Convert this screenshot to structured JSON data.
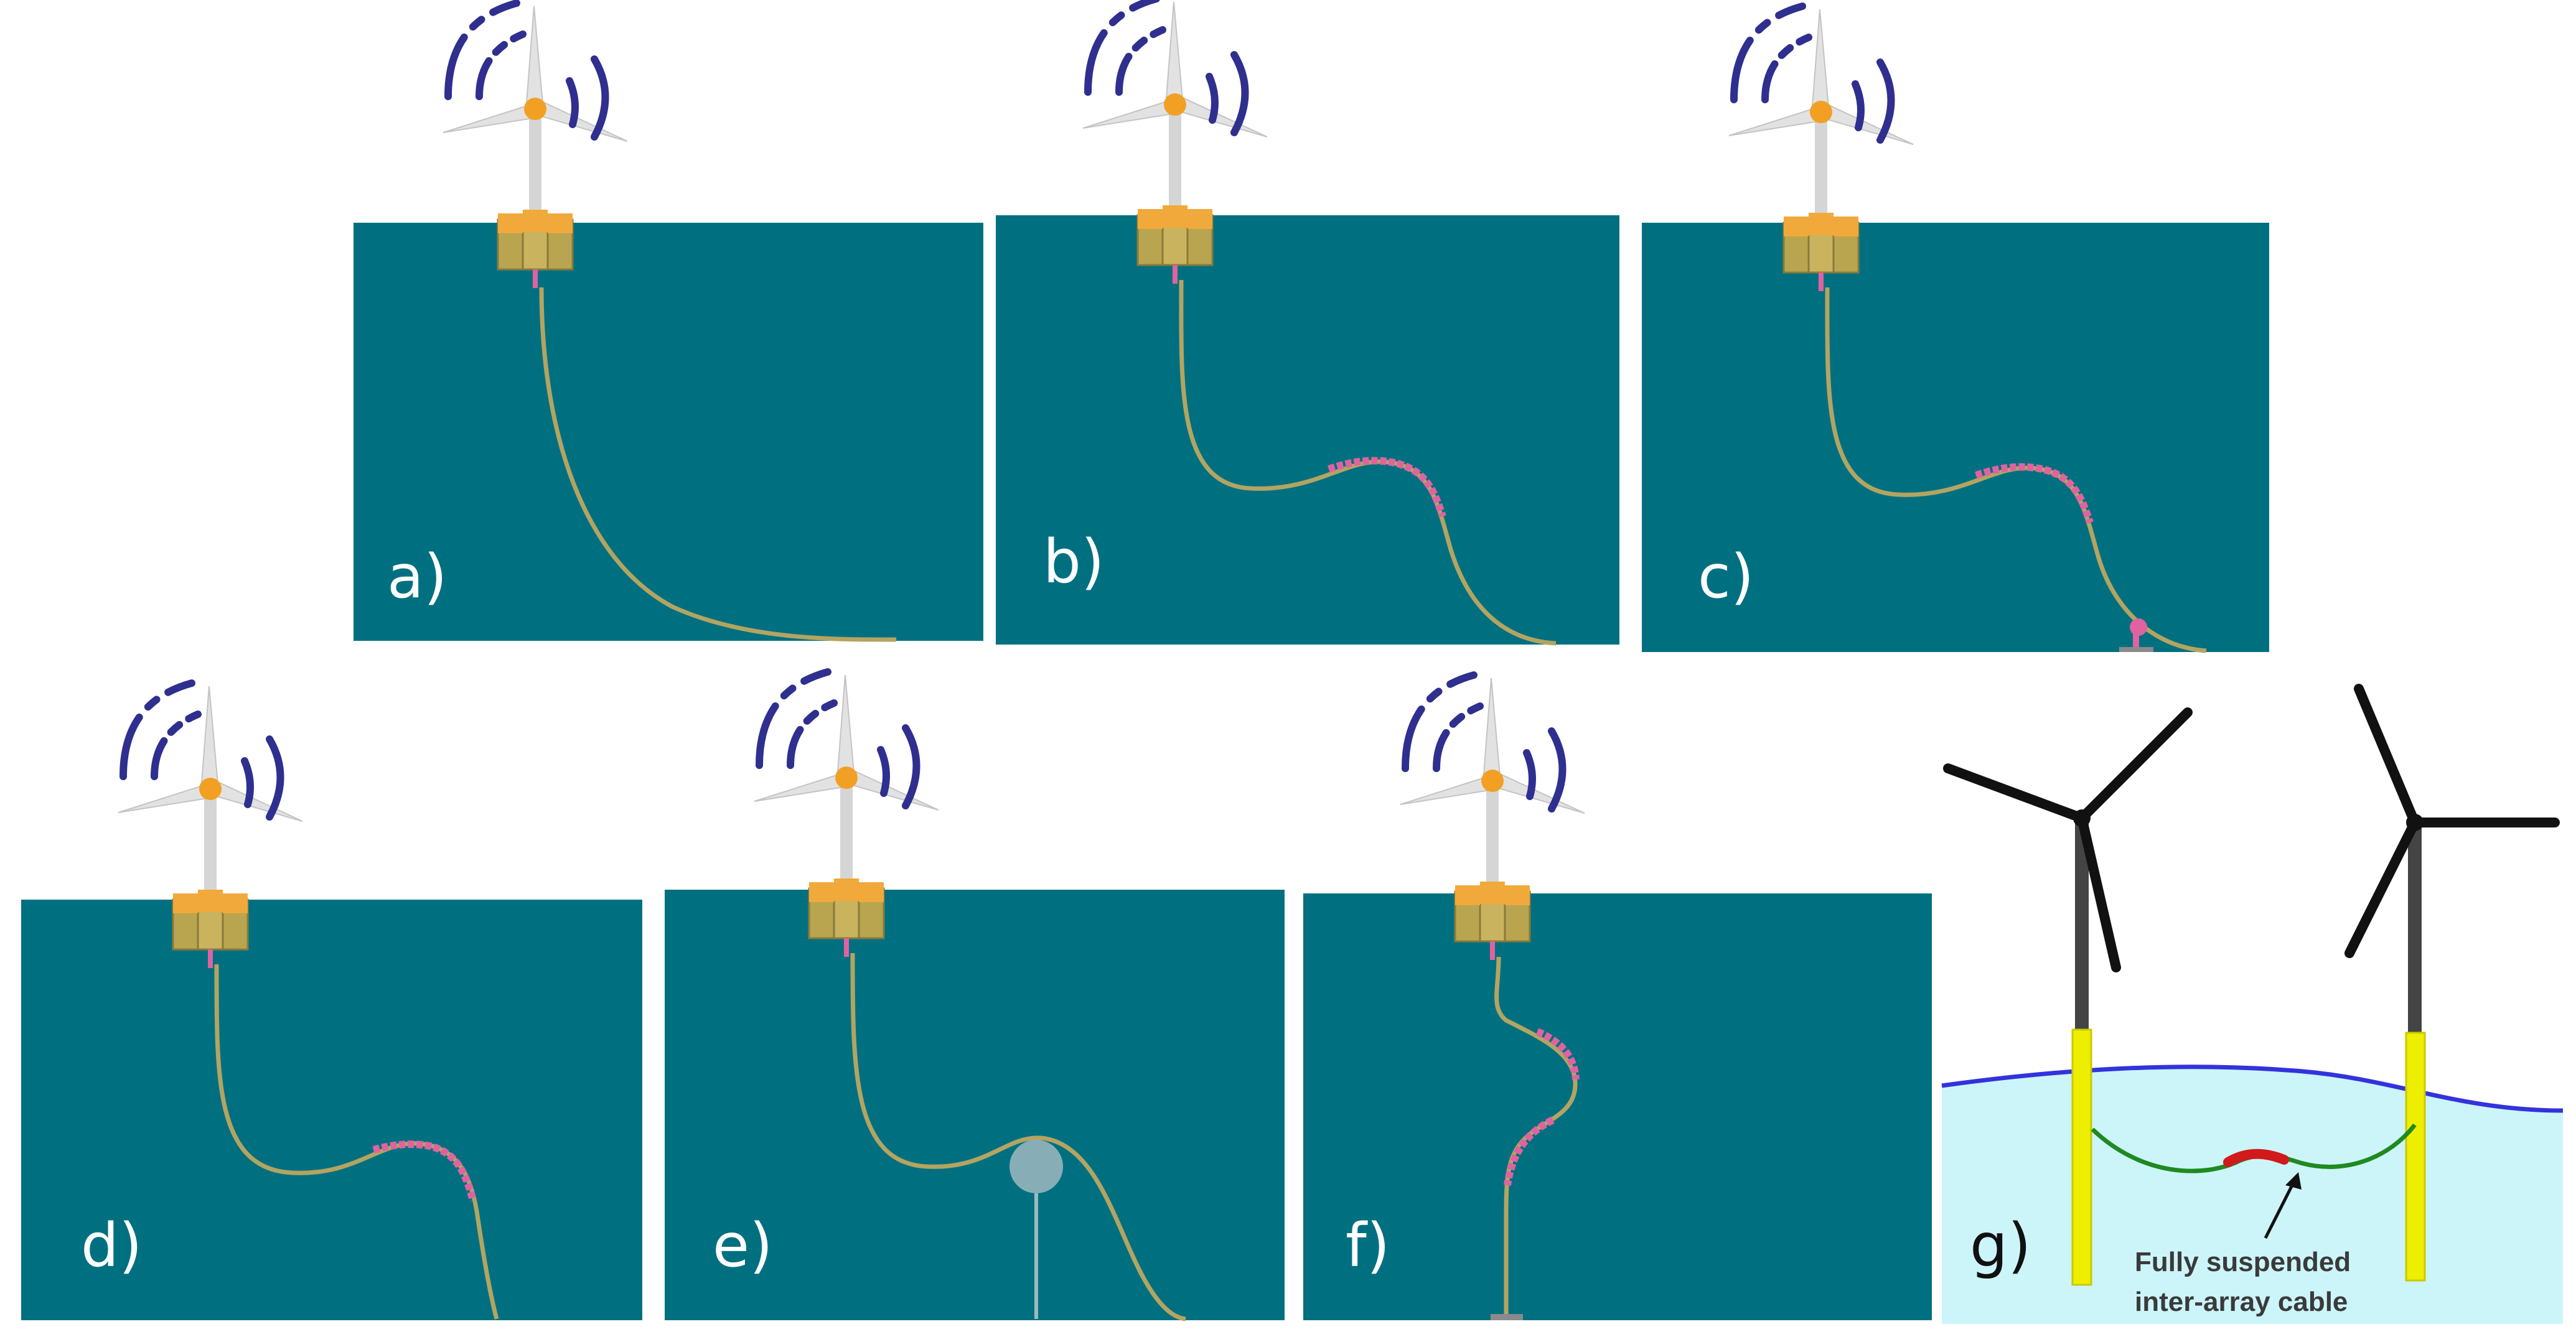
{
  "panels": [
    {
      "id": "a",
      "label": "a)",
      "configuration": "catenary"
    },
    {
      "id": "b",
      "label": "b)",
      "configuration": "lazy-wave"
    },
    {
      "id": "c",
      "label": "c)",
      "configuration": "lazy-wave-with-seabed-tether"
    },
    {
      "id": "d",
      "label": "d)",
      "configuration": "lazy-wave-short"
    },
    {
      "id": "e",
      "label": "e)",
      "configuration": "subsea-buoy"
    },
    {
      "id": "f",
      "label": "f)",
      "configuration": "double-wave-with-seabed-anchor"
    },
    {
      "id": "g",
      "label": "g)",
      "configuration": "fully-suspended"
    }
  ],
  "annotation": {
    "line1": "Fully suspended",
    "line2": "inter-array cable"
  },
  "colors": {
    "sea": "#007080",
    "cable": "#b3a462",
    "buoyancy": "#e062a0",
    "floater": "#e9a337",
    "wave_signal": "#2f2f8f",
    "turbine": "#e0e0e0",
    "sea_light": "#ccf5fa",
    "waterline": "#3333dd",
    "spar": "#eeee00",
    "suspended_cable": "#1f8a1f",
    "suspended_buoy": "#d11a1a"
  }
}
